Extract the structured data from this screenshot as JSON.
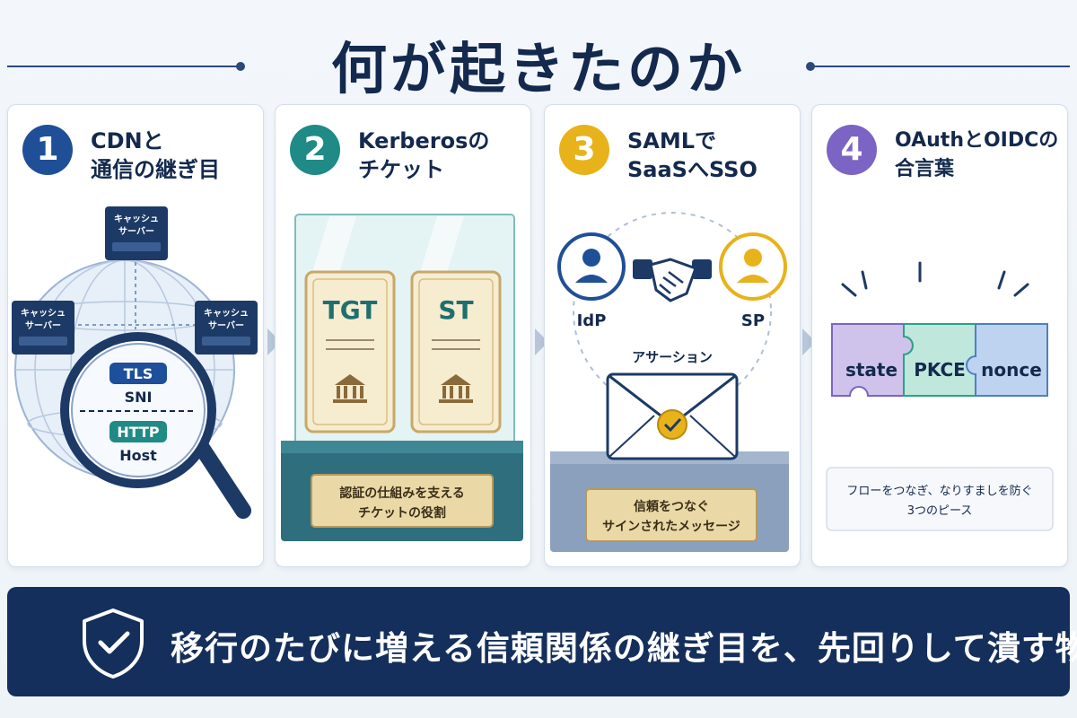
{
  "title": "何が起きたのか",
  "panels": [
    {
      "number": "1",
      "title": "CDNと\n通信の継ぎ目",
      "server_label": "キャッシュ\nサーバー",
      "server_labels": [
        "キャッシュ",
        "サーバー"
      ],
      "lens_items": [
        "TLS",
        "SNI",
        "HTTP",
        "Host"
      ],
      "color": "#1f4f97"
    },
    {
      "number": "2",
      "title": "Kerberosの\nチケット",
      "tickets": [
        "TGT",
        "ST"
      ],
      "plaque": [
        "認証の仕組みを支える",
        "チケットの役割"
      ],
      "color": "#1f8a86"
    },
    {
      "number": "3",
      "title": "SAMLで\nSaaSへSSO",
      "parties": [
        "IdP",
        "SP"
      ],
      "assertion_label": "アサーション",
      "plaque": [
        "信頼をつなぐ",
        "サインされたメッセージ"
      ],
      "color": "#e8b21a"
    },
    {
      "number": "4",
      "title": "OAuthとOIDCの\n合言葉",
      "pieces": [
        "state",
        "PKCE",
        "nonce"
      ],
      "caption": [
        "フローをつなぎ、なりすましを防ぐ",
        "3つのピース"
      ],
      "color": "#7b64c4"
    }
  ],
  "summary": "移行のたびに増える信頼関係の継ぎ目を、先回りして潰す物語",
  "icons": [
    "globe-icon",
    "server-icon",
    "magnifier-icon",
    "bank-icon",
    "person-icon",
    "handshake-icon",
    "envelope-icon",
    "seal-check-icon",
    "puzzle-icon",
    "shield-check-icon"
  ]
}
